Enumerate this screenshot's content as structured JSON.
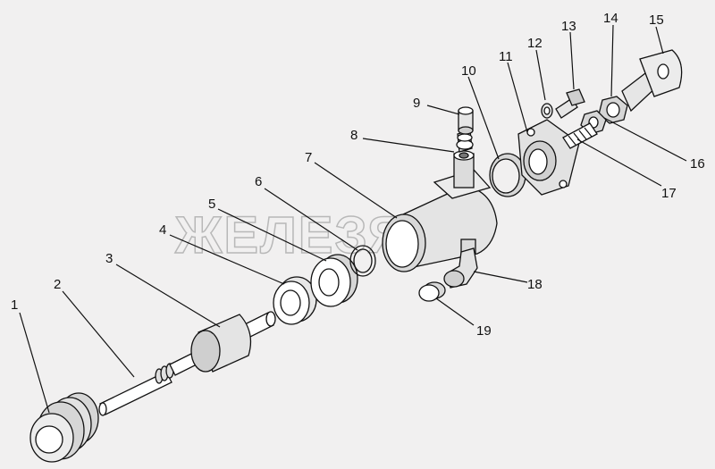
{
  "watermark": "ЖЕЛЕЗЯКА",
  "colors": {
    "background": "#f1f0f0",
    "part_fill": "#ffffff",
    "shade": "#cfcfcf",
    "line": "#111111"
  },
  "callouts": [
    {
      "id": "1",
      "label": "1"
    },
    {
      "id": "2",
      "label": "2"
    },
    {
      "id": "3",
      "label": "3"
    },
    {
      "id": "4",
      "label": "4"
    },
    {
      "id": "5",
      "label": "5"
    },
    {
      "id": "6",
      "label": "6"
    },
    {
      "id": "7",
      "label": "7"
    },
    {
      "id": "8",
      "label": "8"
    },
    {
      "id": "9",
      "label": "9"
    },
    {
      "id": "10",
      "label": "10"
    },
    {
      "id": "11",
      "label": "11"
    },
    {
      "id": "12",
      "label": "12"
    },
    {
      "id": "13",
      "label": "13"
    },
    {
      "id": "14",
      "label": "14"
    },
    {
      "id": "15",
      "label": "15"
    },
    {
      "id": "16",
      "label": "16"
    },
    {
      "id": "17",
      "label": "17"
    },
    {
      "id": "18",
      "label": "18"
    },
    {
      "id": "19",
      "label": "19"
    }
  ]
}
